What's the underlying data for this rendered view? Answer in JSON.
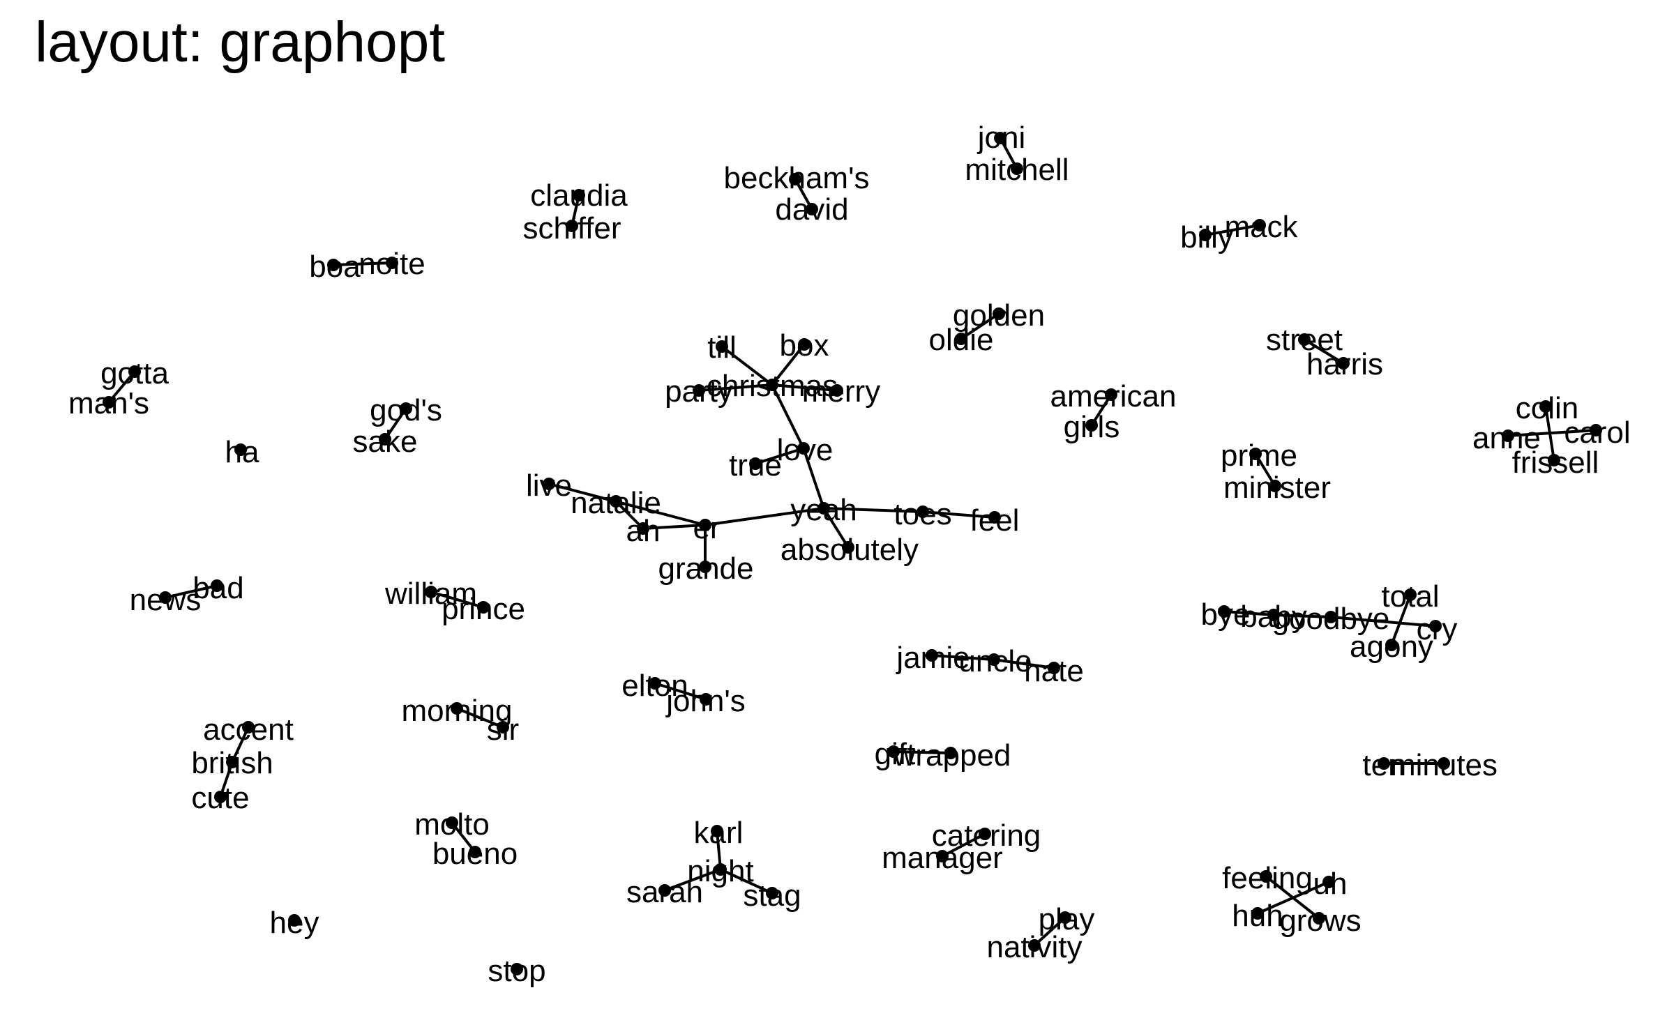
{
  "title": "layout: graphopt",
  "graph": {
    "nodes": [
      {
        "id": "joni",
        "label": "joni"
      },
      {
        "id": "mitchell",
        "label": "mitchell"
      },
      {
        "id": "beckhams",
        "label": "beckham's"
      },
      {
        "id": "david",
        "label": "david"
      },
      {
        "id": "claudia",
        "label": "claudia"
      },
      {
        "id": "schiffer",
        "label": "schiffer"
      },
      {
        "id": "billy",
        "label": "billy"
      },
      {
        "id": "mack",
        "label": "mack"
      },
      {
        "id": "boa",
        "label": "boa"
      },
      {
        "id": "noite",
        "label": "noite"
      },
      {
        "id": "golden",
        "label": "golden"
      },
      {
        "id": "oldie",
        "label": "oldie"
      },
      {
        "id": "street",
        "label": "street"
      },
      {
        "id": "harris",
        "label": "harris"
      },
      {
        "id": "till",
        "label": "till"
      },
      {
        "id": "box",
        "label": "box"
      },
      {
        "id": "christmas",
        "label": "christmas"
      },
      {
        "id": "party",
        "label": "party"
      },
      {
        "id": "merry",
        "label": "merry"
      },
      {
        "id": "gotta",
        "label": "gotta"
      },
      {
        "id": "mans",
        "label": "man's"
      },
      {
        "id": "american",
        "label": "american"
      },
      {
        "id": "girls",
        "label": "girls"
      },
      {
        "id": "colin",
        "label": "colin"
      },
      {
        "id": "anne",
        "label": "anne"
      },
      {
        "id": "carol",
        "label": "carol"
      },
      {
        "id": "frissell",
        "label": "frissell"
      },
      {
        "id": "gods",
        "label": "god's"
      },
      {
        "id": "sake",
        "label": "sake"
      },
      {
        "id": "ha",
        "label": "ha"
      },
      {
        "id": "love",
        "label": "love"
      },
      {
        "id": "true",
        "label": "true"
      },
      {
        "id": "prime",
        "label": "prime"
      },
      {
        "id": "minister",
        "label": "minister"
      },
      {
        "id": "live",
        "label": "live"
      },
      {
        "id": "natalie",
        "label": "natalie"
      },
      {
        "id": "ah",
        "label": "ah"
      },
      {
        "id": "er",
        "label": "er"
      },
      {
        "id": "yeah",
        "label": "yeah"
      },
      {
        "id": "toes",
        "label": "toes"
      },
      {
        "id": "feel",
        "label": "feel"
      },
      {
        "id": "absolutely",
        "label": "absolutely"
      },
      {
        "id": "grande",
        "label": "grande"
      },
      {
        "id": "bad",
        "label": "bad"
      },
      {
        "id": "news",
        "label": "news"
      },
      {
        "id": "william",
        "label": "william"
      },
      {
        "id": "prince",
        "label": "prince"
      },
      {
        "id": "total",
        "label": "total"
      },
      {
        "id": "bye",
        "label": "bye"
      },
      {
        "id": "baby",
        "label": "baby"
      },
      {
        "id": "goodbye",
        "label": "goodbye"
      },
      {
        "id": "cry",
        "label": "cry"
      },
      {
        "id": "agony",
        "label": "agony"
      },
      {
        "id": "jamie",
        "label": "jamie"
      },
      {
        "id": "uncle",
        "label": "uncle"
      },
      {
        "id": "hate",
        "label": "hate"
      },
      {
        "id": "elton",
        "label": "elton"
      },
      {
        "id": "johns",
        "label": "john's"
      },
      {
        "id": "morning",
        "label": "morning"
      },
      {
        "id": "sir",
        "label": "sir"
      },
      {
        "id": "accent",
        "label": "accent"
      },
      {
        "id": "british",
        "label": "british"
      },
      {
        "id": "cute",
        "label": "cute"
      },
      {
        "id": "gift",
        "label": "gift"
      },
      {
        "id": "wrapped",
        "label": "wrapped"
      },
      {
        "id": "ten",
        "label": "ten"
      },
      {
        "id": "minutes",
        "label": "minutes"
      },
      {
        "id": "molto",
        "label": "molto"
      },
      {
        "id": "bueno",
        "label": "bueno"
      },
      {
        "id": "karl",
        "label": "karl"
      },
      {
        "id": "night",
        "label": "night"
      },
      {
        "id": "sarah",
        "label": "sarah"
      },
      {
        "id": "stag",
        "label": "stag"
      },
      {
        "id": "catering",
        "label": "catering"
      },
      {
        "id": "manager",
        "label": "manager"
      },
      {
        "id": "feeling",
        "label": "feeling"
      },
      {
        "id": "uh",
        "label": "uh"
      },
      {
        "id": "huh",
        "label": "huh"
      },
      {
        "id": "grows",
        "label": "grows"
      },
      {
        "id": "hey",
        "label": "hey"
      },
      {
        "id": "play",
        "label": "play"
      },
      {
        "id": "nativity",
        "label": "nativity"
      },
      {
        "id": "stop",
        "label": "stop"
      }
    ],
    "edges": [
      [
        "joni",
        "mitchell"
      ],
      [
        "beckhams",
        "david"
      ],
      [
        "claudia",
        "schiffer"
      ],
      [
        "billy",
        "mack"
      ],
      [
        "boa",
        "noite"
      ],
      [
        "golden",
        "oldie"
      ],
      [
        "street",
        "harris"
      ],
      [
        "till",
        "christmas"
      ],
      [
        "box",
        "christmas"
      ],
      [
        "party",
        "christmas"
      ],
      [
        "christmas",
        "merry"
      ],
      [
        "christmas",
        "love"
      ],
      [
        "gotta",
        "mans"
      ],
      [
        "american",
        "girls"
      ],
      [
        "colin",
        "frissell"
      ],
      [
        "anne",
        "carol"
      ],
      [
        "gods",
        "sake"
      ],
      [
        "love",
        "true"
      ],
      [
        "love",
        "yeah"
      ],
      [
        "prime",
        "minister"
      ],
      [
        "live",
        "er"
      ],
      [
        "natalie",
        "ah"
      ],
      [
        "ah",
        "er"
      ],
      [
        "er",
        "grande"
      ],
      [
        "er",
        "yeah"
      ],
      [
        "yeah",
        "toes"
      ],
      [
        "toes",
        "feel"
      ],
      [
        "yeah",
        "absolutely"
      ],
      [
        "bad",
        "news"
      ],
      [
        "william",
        "prince"
      ],
      [
        "bye",
        "baby"
      ],
      [
        "baby",
        "goodbye"
      ],
      [
        "goodbye",
        "cry"
      ],
      [
        "total",
        "agony"
      ],
      [
        "jamie",
        "uncle"
      ],
      [
        "uncle",
        "hate"
      ],
      [
        "elton",
        "johns"
      ],
      [
        "morning",
        "sir"
      ],
      [
        "accent",
        "british"
      ],
      [
        "british",
        "cute"
      ],
      [
        "gift",
        "wrapped"
      ],
      [
        "ten",
        "minutes"
      ],
      [
        "molto",
        "bueno"
      ],
      [
        "karl",
        "night"
      ],
      [
        "sarah",
        "night"
      ],
      [
        "night",
        "stag"
      ],
      [
        "catering",
        "manager"
      ],
      [
        "feeling",
        "grows"
      ],
      [
        "uh",
        "huh"
      ],
      [
        "play",
        "nativity"
      ]
    ]
  }
}
